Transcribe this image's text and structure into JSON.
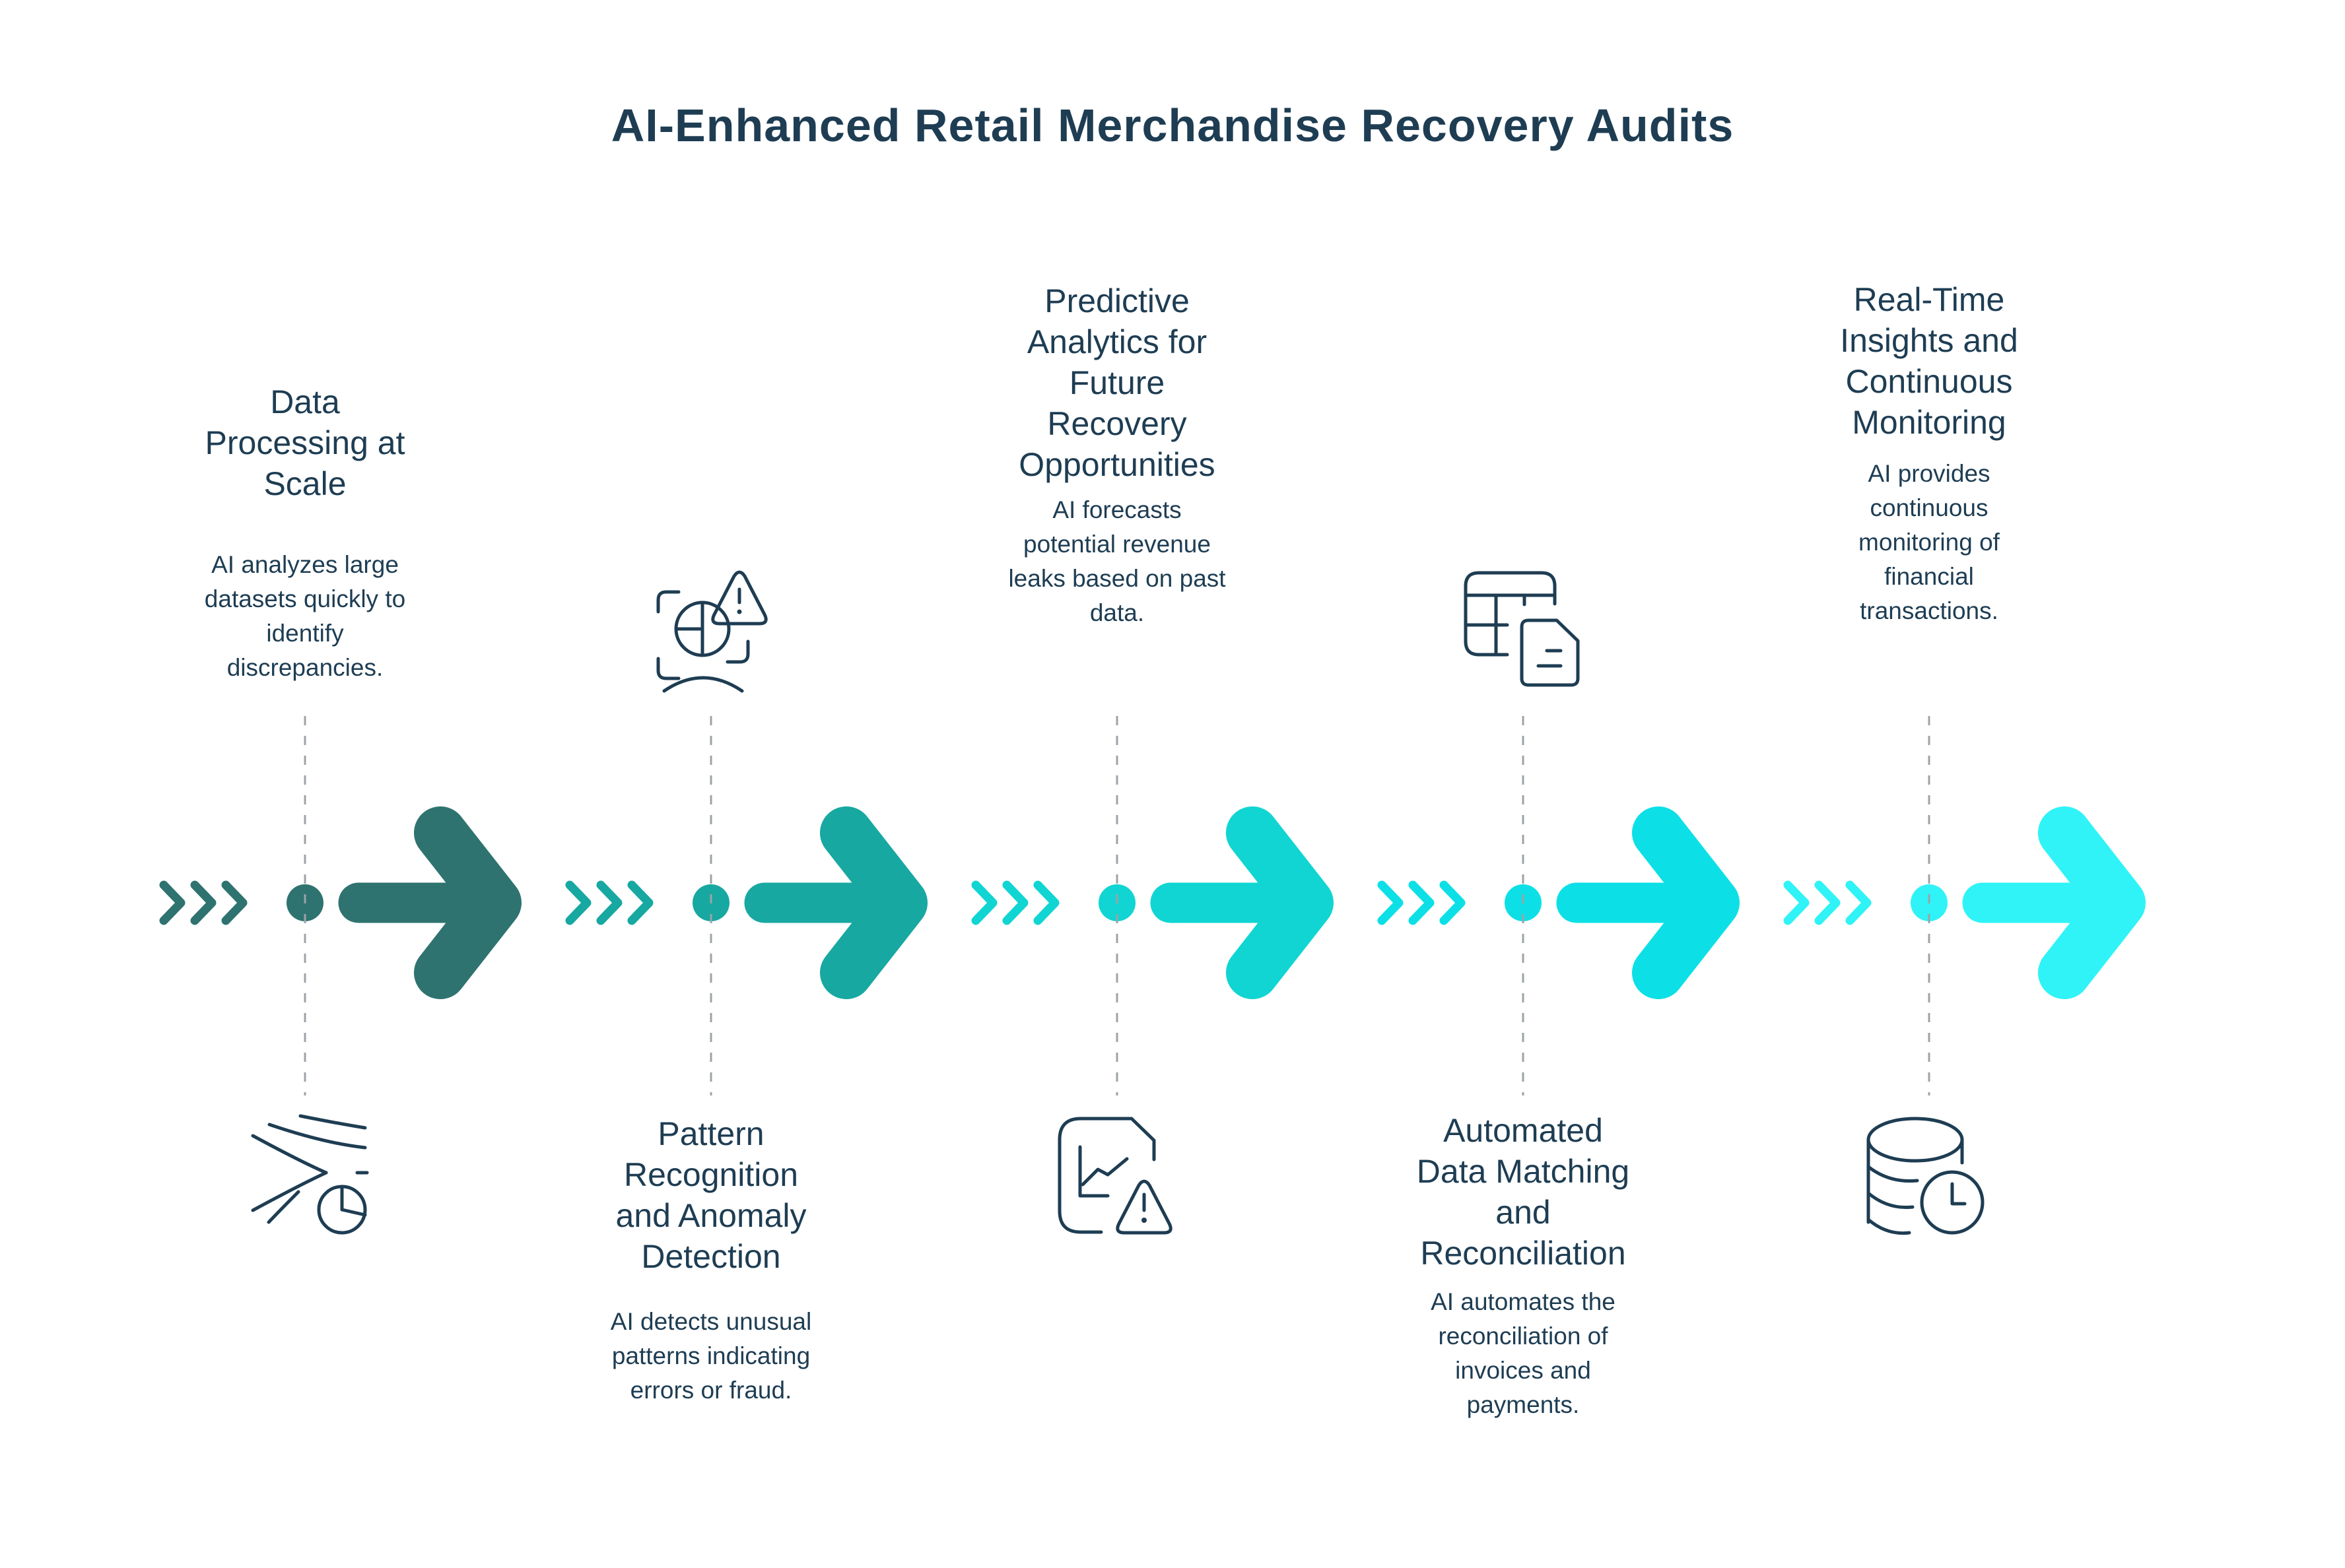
{
  "title": "AI-Enhanced Retail Merchandise Recovery Audits",
  "colors": {
    "text": "#1E3D53",
    "icon_stroke": "#1E3D53",
    "dashed_line": "#9CA3A7",
    "background": "#FFFFFF"
  },
  "steps": [
    {
      "label": "Data Processing at Scale",
      "title_lines": [
        "Data",
        "Processing at",
        "Scale"
      ],
      "description": "AI analyzes large datasets quickly to identify discrepancies.",
      "desc_lines": [
        "AI analyzes large",
        "datasets quickly to",
        "identify",
        "discrepancies."
      ],
      "color": "#2E736F",
      "icon": "wind-clock",
      "text_side": "above"
    },
    {
      "label": "Pattern Recognition and Anomaly Detection",
      "title_lines": [
        "Pattern",
        "Recognition",
        "and Anomaly",
        "Detection"
      ],
      "description": "AI detects unusual patterns indicating errors or fraud.",
      "desc_lines": [
        "AI detects unusual",
        "patterns indicating",
        "errors or fraud."
      ],
      "color": "#17A8A1",
      "icon": "anomaly-scan",
      "text_side": "below"
    },
    {
      "label": "Predictive Analytics for Future Recovery Opportunities",
      "title_lines": [
        "Predictive",
        "Analytics for",
        "Future",
        "Recovery",
        "Opportunities"
      ],
      "description": "AI forecasts potential revenue leaks based on past data.",
      "desc_lines": [
        "AI forecasts",
        "potential revenue",
        "leaks based on past",
        "data."
      ],
      "color": "#10D5D2",
      "icon": "report-warning",
      "text_side": "above"
    },
    {
      "label": "Automated Data Matching and Reconciliation",
      "title_lines": [
        "Automated",
        "Data Matching",
        "and",
        "Reconciliation"
      ],
      "description": "AI automates the reconciliation of invoices and payments.",
      "desc_lines": [
        "AI automates the",
        "reconciliation of",
        "invoices and",
        "payments."
      ],
      "color": "#0CE0E6",
      "icon": "table-document",
      "text_side": "below"
    },
    {
      "label": "Real-Time Insights and Continuous Monitoring",
      "title_lines": [
        "Real-Time",
        "Insights and",
        "Continuous",
        "Monitoring"
      ],
      "description": "AI provides continuous monitoring of financial transactions.",
      "desc_lines": [
        "AI provides",
        "continuous",
        "monitoring of",
        "financial",
        "transactions."
      ],
      "color": "#2FF3F6",
      "icon": "database-clock",
      "text_side": "above"
    }
  ]
}
